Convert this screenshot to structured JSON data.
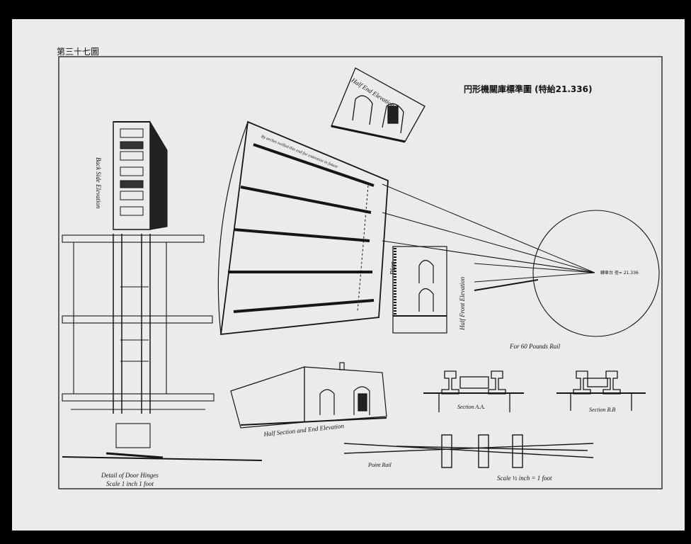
{
  "sheet": {
    "plate_number": "第三十七圖",
    "title": "円形機關庫標準圖 (特紿21.336)",
    "views": {
      "half_end_elevation": "Half End Elevation",
      "back_side_elevation": "Back Side Elevation",
      "plan": "Plan",
      "half_front_elevation": "Half Front Elevation",
      "half_section_end_elevation": "Half Section and End Elevation",
      "section_aa": "Section A.A.",
      "section_bb": "Section B.B",
      "door_hinges": "Detail of Door Hinges",
      "door_hinges_scale": "Scale 1 inch  1 foot",
      "rail_note": "For 60 Pounds Rail",
      "rail_scale": "Scale ½ inch = 1 foot",
      "point_rail": "Point Rail",
      "turntable_note": "轉車台 徑= 21.336",
      "extension_note": "By arches twilled this end for extension in future"
    },
    "colors": {
      "paper": "#ebebeb",
      "ink": "#161616",
      "border": "#000000"
    }
  }
}
